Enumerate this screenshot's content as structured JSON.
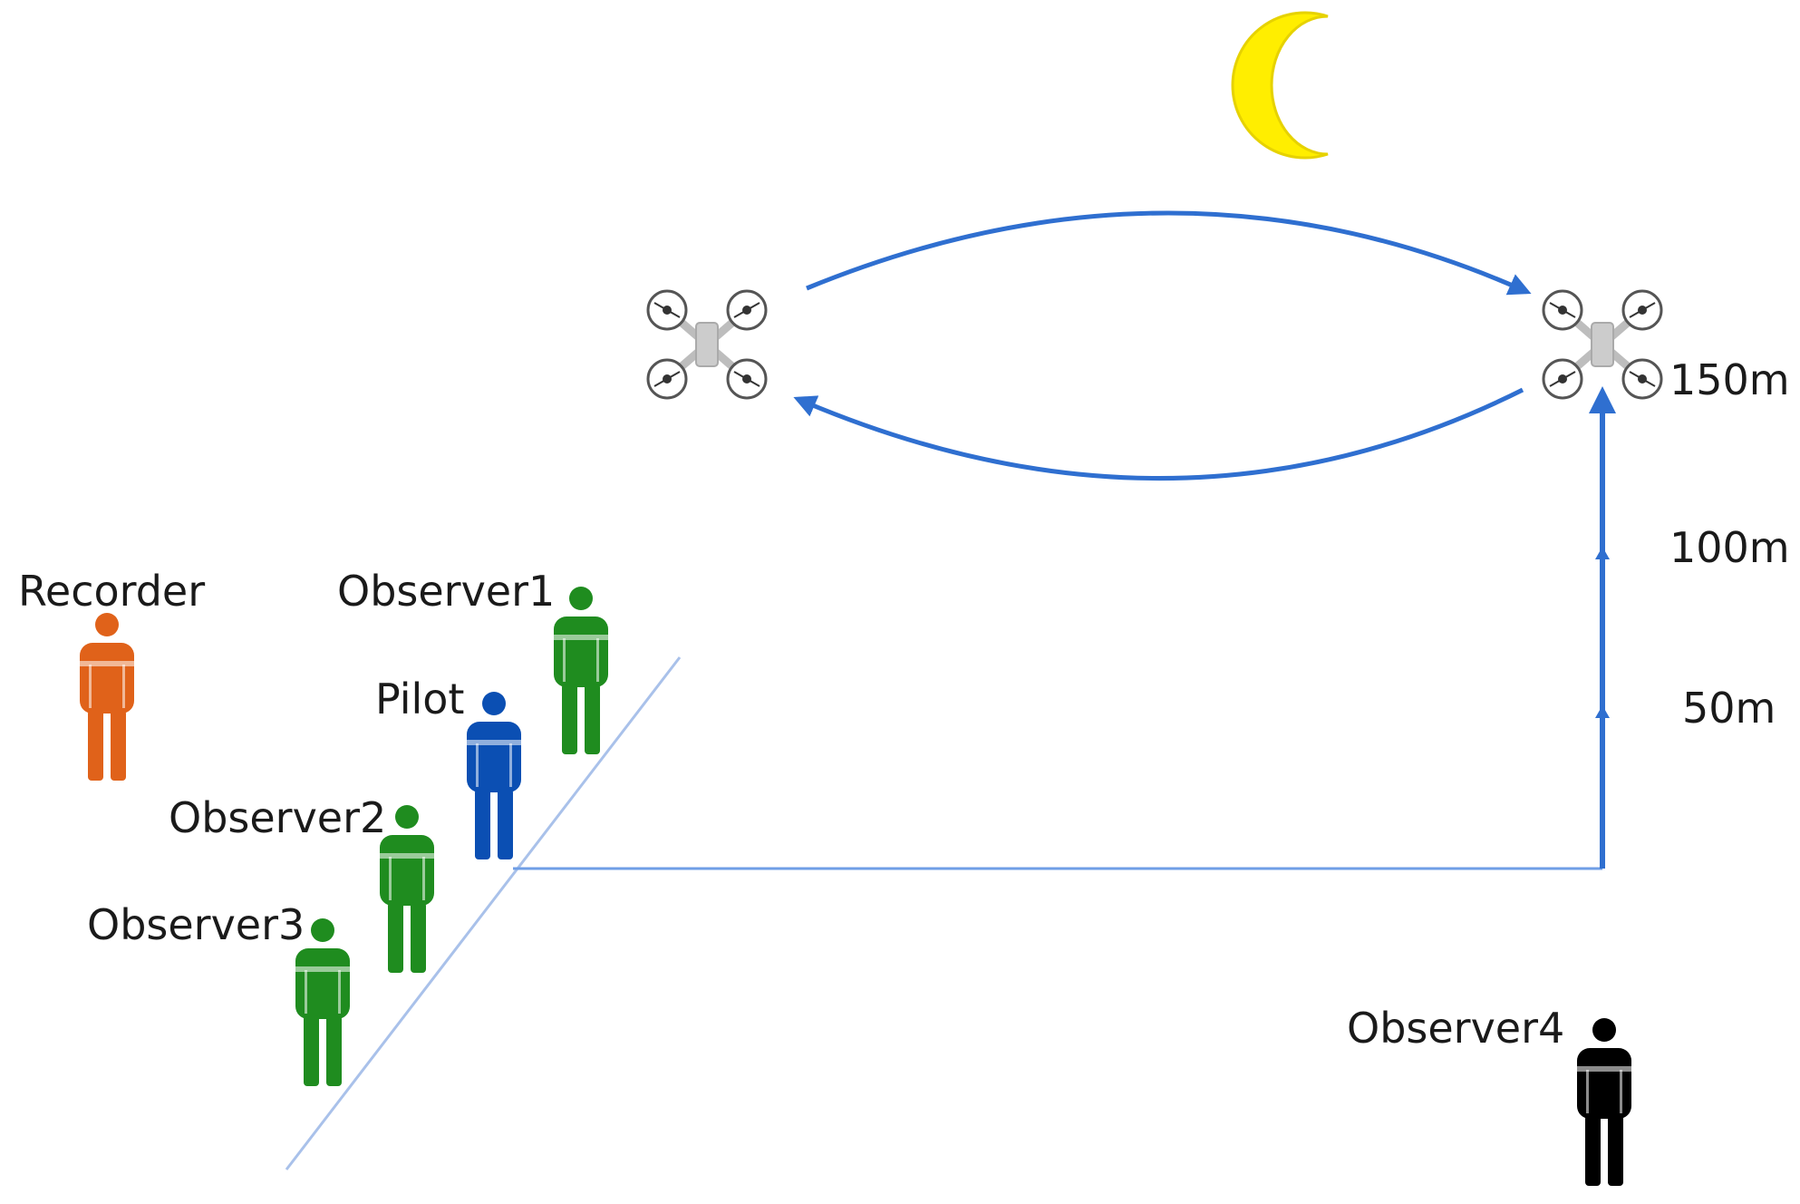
{
  "colors": {
    "flight_path": "#2f6fd0",
    "ground_line": "#a9c1ea",
    "moon": "#ffee00",
    "moon_outline": "#e6d200",
    "drone": "#555555",
    "drone_body": "#cccccc",
    "recorder": "#e0621a",
    "pilot": "#0b4fb3",
    "observer_green": "#1f8c1f",
    "observer4": "#000000",
    "label_text": "#1a1a1a"
  },
  "icons": {
    "moon": "crescent-moon-icon",
    "drone": "quadcopter-drone-icon",
    "person": "person-icon"
  },
  "people": {
    "recorder": {
      "label": "Recorder",
      "color": "#e0621a"
    },
    "observer1": {
      "label": "Observer1",
      "color": "#1f8c1f"
    },
    "pilot": {
      "label": "Pilot",
      "color": "#0b4fb3"
    },
    "observer2": {
      "label": "Observer2",
      "color": "#1f8c1f"
    },
    "observer3": {
      "label": "Observer3",
      "color": "#1f8c1f"
    },
    "observer4": {
      "label": "Observer4",
      "color": "#000000"
    }
  },
  "altitudes": {
    "a150": "150m",
    "a100": "100m",
    "a50": "50m"
  }
}
